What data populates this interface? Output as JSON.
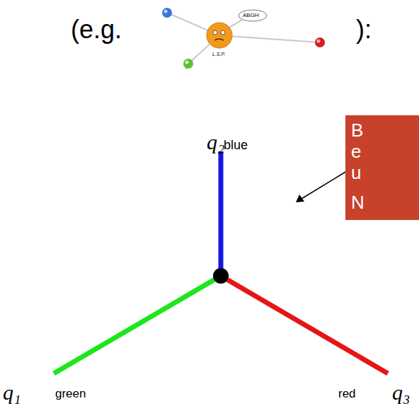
{
  "diagram": {
    "nodes": [
      {
        "text": [
          "B",
          "e",
          "u",
          "N"
        ]
      }
    ],
    "labels": [
      "(e.g.",
      "):",
      "ABGH",
      "L.S.P.",
      "q₂",
      "blue",
      "q₁",
      "green",
      "red",
      "q₃"
    ]
  }
}
